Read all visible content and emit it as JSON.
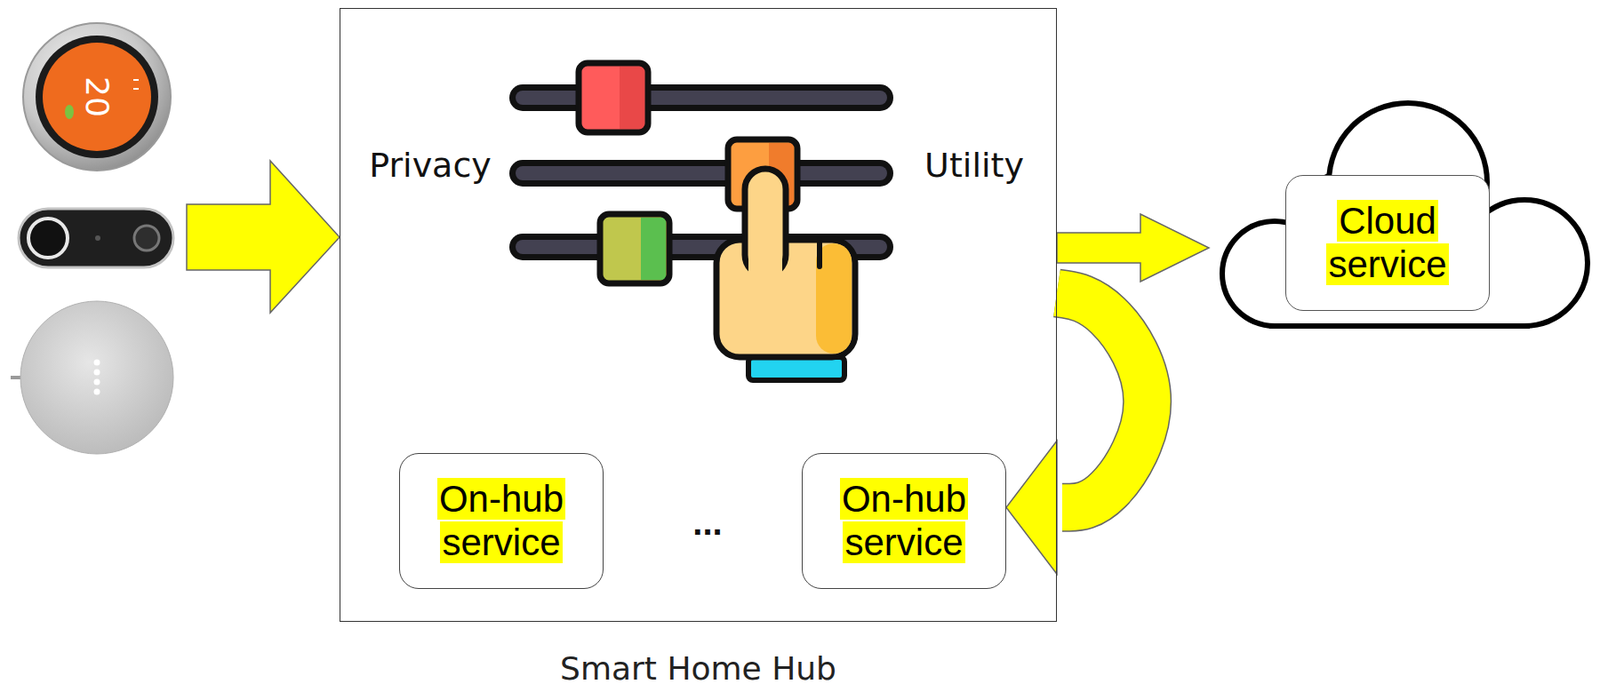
{
  "diagram": {
    "nodes": [
      {
        "text": [
          "Smart Home Hub"
        ]
      },
      {
        "text": [
          "On-hub service"
        ],
        "in": 0
      },
      {
        "text": [
          "On-hub service"
        ],
        "in": 0
      },
      {
        "text": [
          "Cloud service"
        ]
      }
    ],
    "edges": [
      {
        "from": 0,
        "to": 3,
        "arrow": "to"
      },
      {
        "from": 0,
        "to": 2,
        "arrow": "to"
      }
    ],
    "labels": [
      "20",
      "Privacy",
      "Utility",
      "..."
    ]
  }
}
